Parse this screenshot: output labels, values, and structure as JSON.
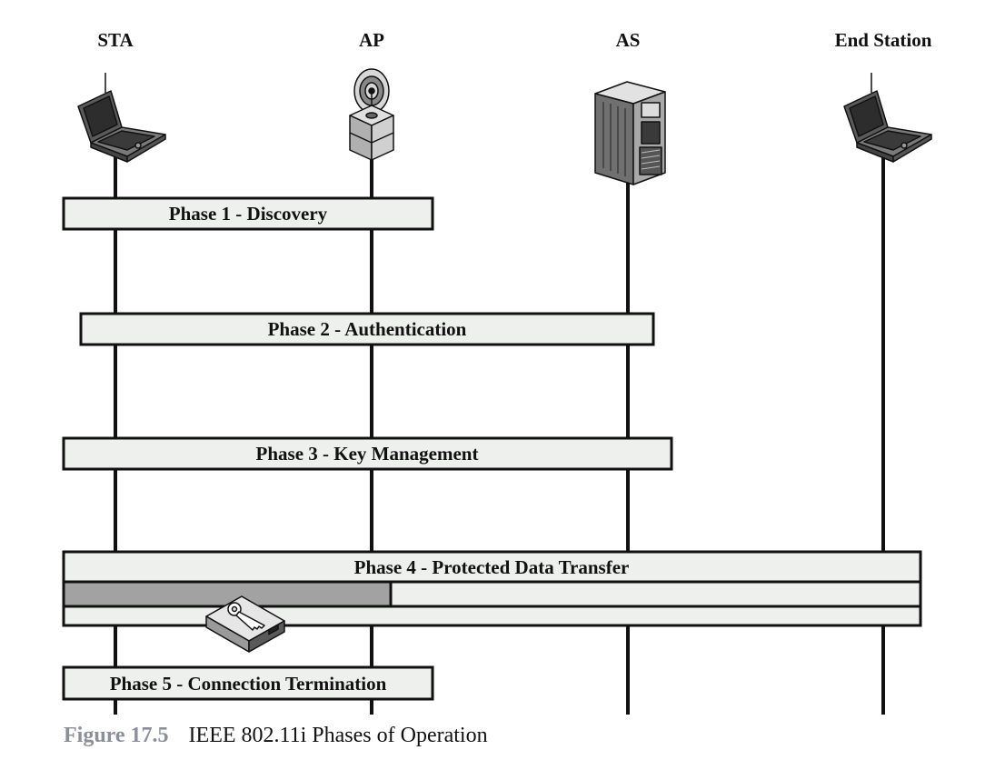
{
  "entities": {
    "sta": "STA",
    "ap": "AP",
    "as": "AS",
    "end_station": "End Station"
  },
  "icons": {
    "sta": "laptop-icon",
    "ap": "access-point-icon",
    "as": "server-icon",
    "end_station": "laptop-icon",
    "key_device": "key-device-icon"
  },
  "phases": {
    "phase1": "Phase 1 - Discovery",
    "phase2": "Phase 2 - Authentication",
    "phase3": "Phase 3 - Key Management",
    "phase4": "Phase 4 - Protected Data Transfer",
    "phase5": "Phase 5 - Connection Termination"
  },
  "caption": {
    "figure_number": "Figure 17.5",
    "title": "IEEE 802.11i Phases of Operation"
  },
  "colors": {
    "box_fill": "#eef0ee",
    "shaded_channel": "#a2a2a2",
    "line": "#111111",
    "caption_number": "#8a8f98"
  }
}
